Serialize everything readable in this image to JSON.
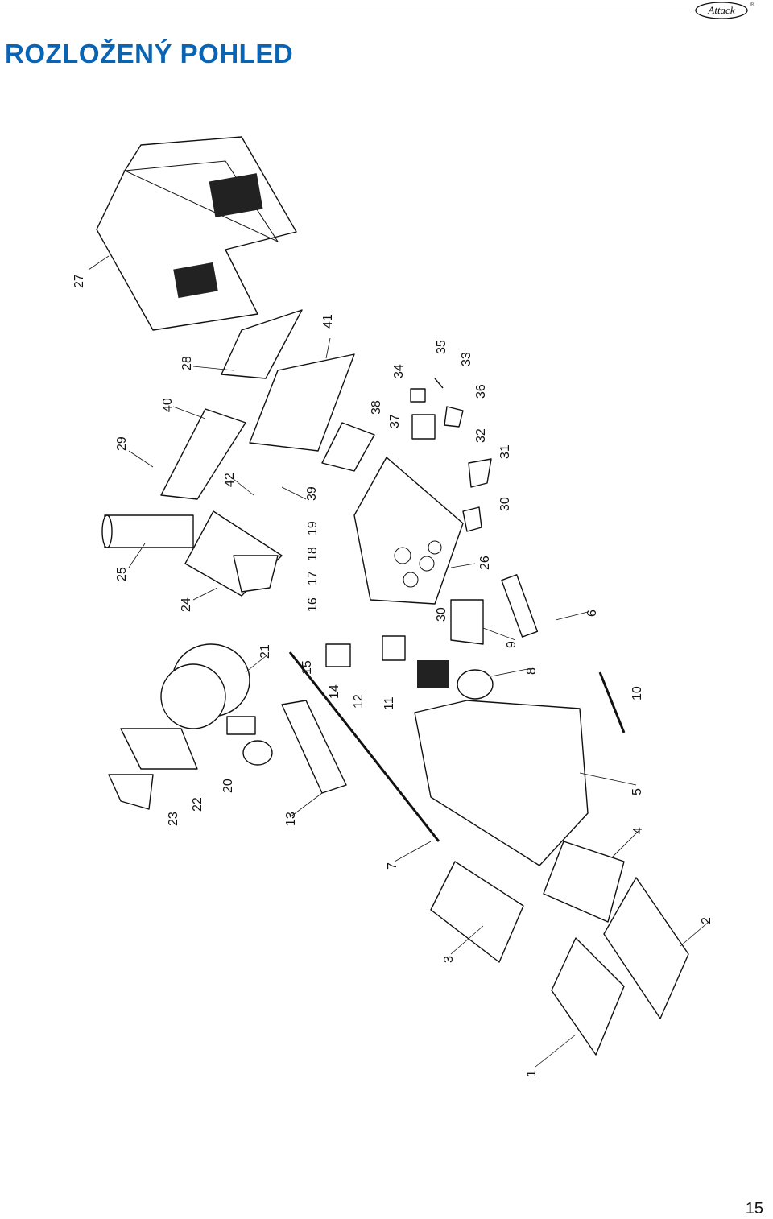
{
  "header": {
    "title": "ROZLOŽENÝ POHLED",
    "logo_text": "Attack",
    "logo_mark": "®"
  },
  "footer": {
    "page_number": "15"
  },
  "diagram": {
    "callouts": [
      "27",
      "28",
      "41",
      "40",
      "29",
      "25",
      "24",
      "42",
      "39",
      "38",
      "37",
      "34",
      "35",
      "33",
      "36",
      "32",
      "31",
      "30",
      "26",
      "19",
      "18",
      "17",
      "16",
      "15",
      "14",
      "12",
      "11",
      "30",
      "9",
      "8",
      "6",
      "21",
      "22",
      "23",
      "20",
      "13",
      "7",
      "3",
      "10",
      "5",
      "4",
      "2",
      "1"
    ]
  }
}
